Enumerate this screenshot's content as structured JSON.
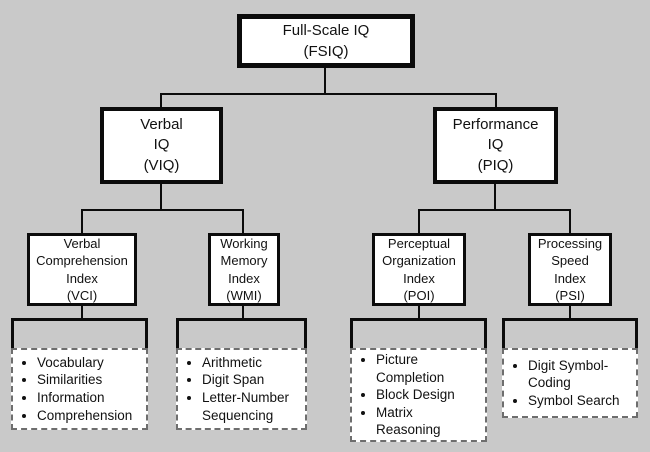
{
  "diagram": {
    "type": "hierarchy-tree",
    "levels": 4
  },
  "colors": {
    "background": "#c9c9c9",
    "box_background": "#ffffff",
    "line": "#0b0b0b",
    "dashed_border": "#6e6e6e",
    "text": "#111111"
  },
  "nodes": {
    "fsiq": {
      "label": "Full-Scale IQ\n(FSIQ)"
    },
    "viq": {
      "label": "Verbal\nIQ\n(VIQ)"
    },
    "piq": {
      "label": "Performance\nIQ\n(PIQ)"
    },
    "vci": {
      "label": "Verbal\nComprehension\nIndex\n(VCI)"
    },
    "wmi": {
      "label": "Working\nMemory\nIndex\n(WMI)"
    },
    "poi": {
      "label": "Perceptual\nOrganization\nIndex\n(POI)"
    },
    "psi": {
      "label": "Processing\nSpeed\nIndex\n(PSI)"
    }
  },
  "edges": [
    {
      "from": "FSIQ",
      "to": "VIQ"
    },
    {
      "from": "FSIQ",
      "to": "PIQ"
    },
    {
      "from": "VIQ",
      "to": "VCI"
    },
    {
      "from": "VIQ",
      "to": "WMI"
    },
    {
      "from": "PIQ",
      "to": "POI"
    },
    {
      "from": "PIQ",
      "to": "PSI"
    }
  ],
  "subtest_groups": {
    "vci": {
      "parent": "VCI",
      "items": [
        "Vocabulary",
        "Similarities",
        "Information",
        "Comprehension"
      ]
    },
    "wmi": {
      "parent": "WMI",
      "items": [
        "Arithmetic",
        "Digit Span",
        "Letter-Number Sequencing"
      ]
    },
    "poi": {
      "parent": "POI",
      "items": [
        "Picture Completion",
        "Block Design",
        "Matrix Reasoning"
      ]
    },
    "psi": {
      "parent": "PSI",
      "items": [
        "Digit Symbol-Coding",
        "Symbol Search"
      ]
    }
  }
}
